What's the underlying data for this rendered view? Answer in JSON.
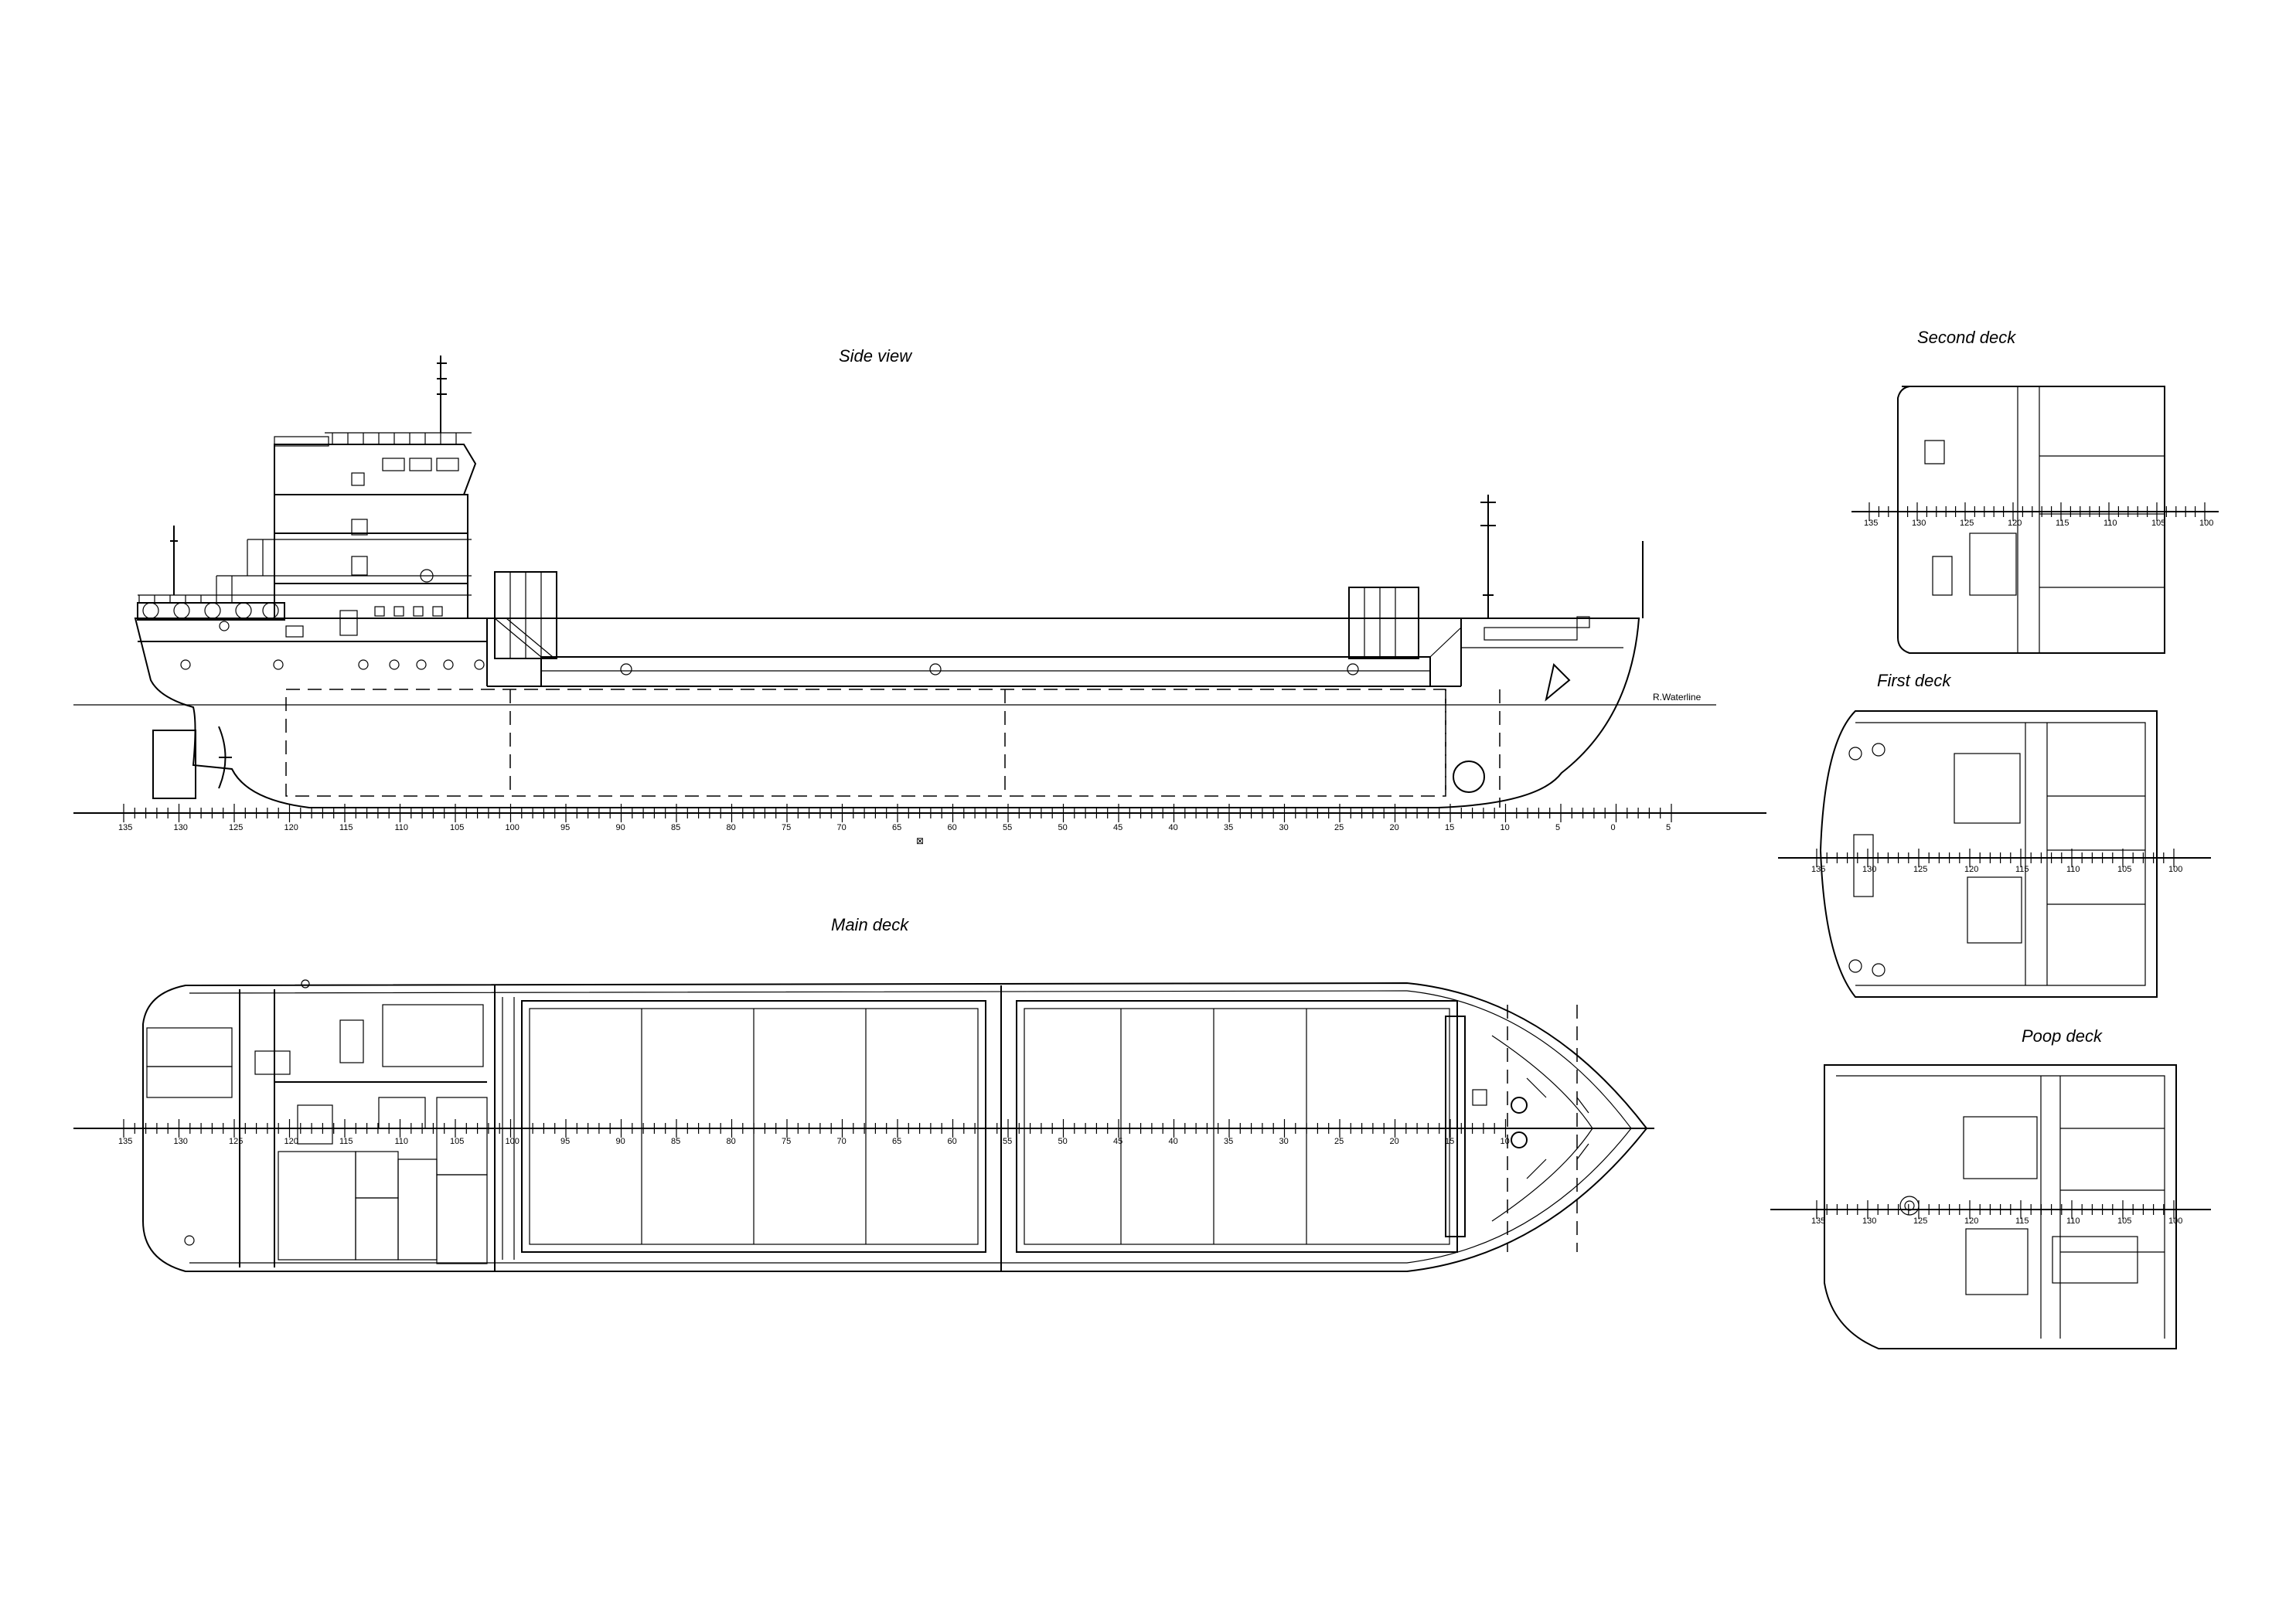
{
  "titles": {
    "side_view": "Side view",
    "main_deck": "Main deck",
    "second_deck": "Second deck",
    "first_deck": "First deck",
    "poop_deck": "Poop deck"
  },
  "labels": {
    "waterline": "R.Waterline"
  },
  "side_scale_ticks": [
    "135",
    "130",
    "125",
    "120",
    "115",
    "110",
    "105",
    "100",
    "95",
    "90",
    "85",
    "80",
    "75",
    "70",
    "65",
    "60",
    "55",
    "50",
    "45",
    "40",
    "35",
    "30",
    "25",
    "20",
    "15",
    "10",
    "5",
    "0",
    "5"
  ],
  "deck_scale_ticks": [
    "135",
    "130",
    "125",
    "120",
    "115",
    "110",
    "105",
    "100",
    "95",
    "90",
    "85",
    "80",
    "75",
    "70",
    "65",
    "60",
    "55",
    "50",
    "45",
    "40",
    "35",
    "30",
    "25",
    "20",
    "15",
    "10"
  ],
  "small_scale_ticks": [
    "135",
    "130",
    "125",
    "120",
    "115",
    "110",
    "105",
    "100"
  ],
  "colors": {
    "line": "#000000",
    "background": "#ffffff"
  }
}
